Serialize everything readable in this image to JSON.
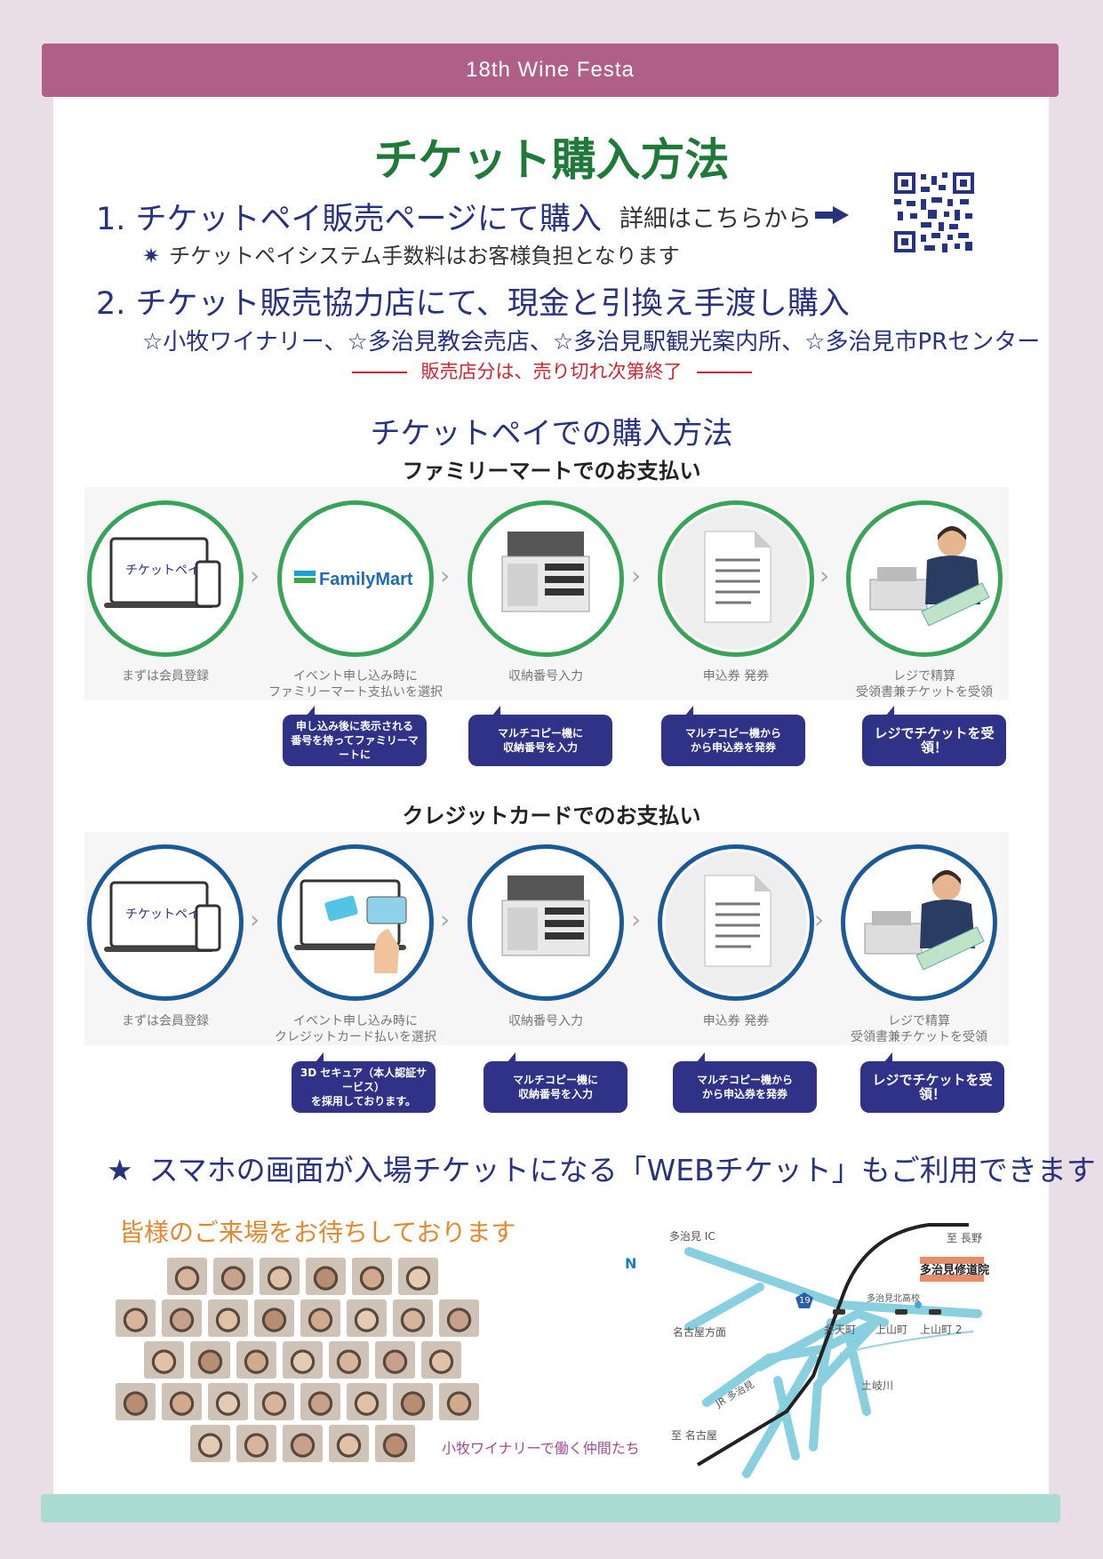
{
  "header": {
    "title": "18th  Wine Festa"
  },
  "main": {
    "title": "チケット購入方法",
    "method1": {
      "text": "1. チケットペイ販売ページにて購入",
      "detail_link": "詳細はこちらから",
      "note": "チケットペイシステム手数料はお客様負担となります"
    },
    "method2": {
      "text": "2. チケット販売協力店にて、現金と引換え手渡し購入",
      "shops": "☆小牧ワイナリー、☆多治見教会売店、☆多治見駅観光案内所、☆多治見市PRセンター",
      "soldout": "販売店分は、売り切れ次第終了"
    },
    "pay_title": "チケットペイでの購入方法"
  },
  "family": {
    "title": "ファミリーマートでのお支払い",
    "logo_text": "FamilyMart",
    "app_text": "チケットペイ",
    "steps": [
      {
        "label": "まずは会員登録",
        "bubble": ""
      },
      {
        "label": "イベント申し込み時に\nファミリーマート支払いを選択",
        "bubble": "申し込み後に表示される\n番号を持ってファミリーマートに"
      },
      {
        "label": "収納番号入力",
        "bubble": "マルチコピー機に\n収納番号を入力"
      },
      {
        "label": "申込券 発券",
        "bubble": "マルチコピー機から\nから申込券を発券"
      },
      {
        "label": "レジで精算\n受領書兼チケットを受領",
        "bubble": "レジでチケットを受領！"
      }
    ]
  },
  "credit": {
    "title": "クレジットカードでのお支払い",
    "app_text": "チケットペイ",
    "steps": [
      {
        "label": "まずは会員登録",
        "bubble": ""
      },
      {
        "label": "イベント申し込み時に\nクレジットカード払いを選択",
        "bubble": "3D セキュア（本人認証サービス）\nを採用しております。"
      },
      {
        "label": "収納番号入力",
        "bubble": "マルチコピー機に\n収納番号を入力"
      },
      {
        "label": "申込券 発券",
        "bubble": "マルチコピー機から\nから申込券を発券"
      },
      {
        "label": "レジで精算\n受領書兼チケットを受領",
        "bubble": "レジでチケットを受領！"
      }
    ]
  },
  "web_ticket": "スマホの画面が入場チケットになる「WEBチケット」もご利用できます",
  "welcome": "皆様のご来場をお待ちしております",
  "photo_caption": "小牧ワイナリーで働く仲間たち",
  "map": {
    "tajimi_ic": "多治見 IC",
    "to_nagano": "至 長野",
    "monastery": "多治見修道院",
    "north": "N",
    "route": "19",
    "tajimi_kita": "多治見北高校",
    "nagoya_dir": "名古屋方面",
    "bentencho": "弁天町",
    "kamiyamacho": "上山町",
    "kamiyamacho2": "上山町 2",
    "jr_line": "JR 多治見",
    "tokigawa": "土岐川",
    "to_nagoya": "至 名古屋"
  },
  "colors": {
    "header": "#b06088",
    "title_green": "#1f7a3a",
    "navy": "#27337f",
    "bubble": "#2f3286",
    "red": "#cc2530",
    "orange": "#e4882f",
    "footer": "#a9dbd3",
    "family_circle": "#39a35a",
    "credit_circle": "#1c5a96"
  }
}
